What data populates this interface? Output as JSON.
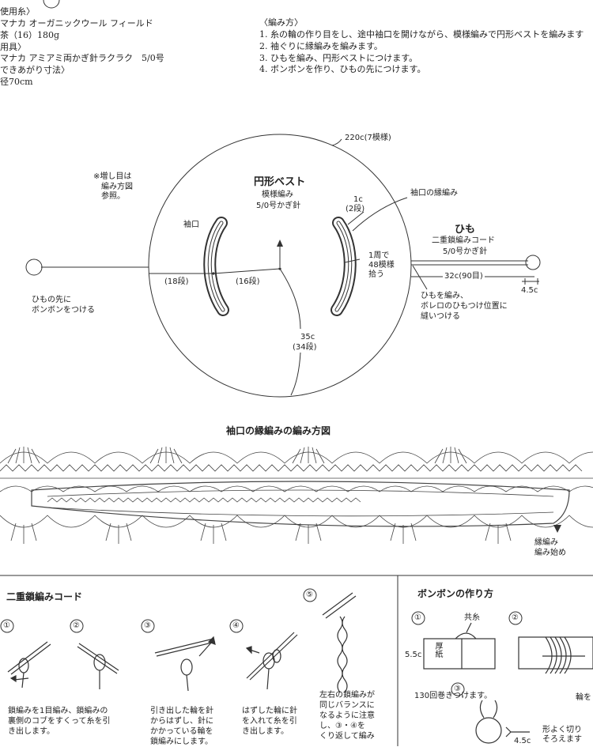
{
  "materials": {
    "items": [
      "使用糸〉",
      "マナカ オーガニックウール フィールド",
      "茶（16）180g",
      "用具〉",
      "マナカ アミアミ両かぎ針ラクラク　5/0号",
      "できあがり寸法〉",
      "径70cm"
    ]
  },
  "method": {
    "heading": "〈編み方〉",
    "steps": [
      "1. 糸の輪の作り目をし、途中袖口を開けながら、模様編みで円形ベストを編みます",
      "2. 袖ぐりに縁編みを編みます。",
      "3. ひもを編み、円形ベストにつけます。",
      "4. ボンボンを作り、ひもの先につけます。"
    ]
  },
  "diagram": {
    "circumference": "220c(7模様)",
    "increase_note": [
      "※増し目は",
      "編み方図",
      "参照。"
    ],
    "vest_title": "円形ベスト",
    "vest_pattern": "模様編み",
    "vest_hook": "5/0号かぎ針",
    "armhole": "袖口",
    "edge_label": "袖口の縁編み",
    "edge_rows": [
      "1c",
      "(2段)"
    ],
    "pickup": [
      "1周で",
      "48模様",
      "拾う"
    ],
    "rows_left": "(18段)",
    "rows_center": "(16段)",
    "radius": [
      "35c",
      "(34段)"
    ],
    "pompom_note": [
      "ひもの先に",
      "ボンボンをつける"
    ],
    "cord_title": "ひも",
    "cord_type": "二重鎖編みコード",
    "cord_hook": "5/0号かぎ針",
    "cord_length": "32c(90目)",
    "pompom_size": "4.5c",
    "cord_attach": [
      "ひもを編み、",
      "ボレロのひもつけ位置に",
      "縫いつける"
    ]
  },
  "edging_chart": {
    "title": "袖口の縁編みの編み方図",
    "start_label": [
      "縁編み",
      "編み始め"
    ]
  },
  "cord_steps": {
    "title": "二重鎖編みコード",
    "numbers": [
      "①",
      "②",
      "③",
      "④",
      "⑤"
    ],
    "captions": [
      [
        "鎖編みを1目編み、鎖編みの",
        "裏側のコブをすくって糸を引",
        "き出します。"
      ],
      [
        "引き出した輪を針",
        "からはずし、針に",
        "かかっている輪を",
        "鎖編みにします。"
      ],
      [
        "はずした輪に針",
        "を入れて糸を引",
        "き出します。"
      ],
      [
        "左右の鎖編みが",
        "同じバランスに",
        "なるように注意",
        "し、③・④を",
        "くり返して編み"
      ]
    ]
  },
  "pompom": {
    "title": "ボンボンの作り方",
    "numbers": [
      "①",
      "②",
      "③"
    ],
    "thread_label": "共糸",
    "card_label": "厚紙",
    "card_size": "5.5c",
    "wind_note": "130回巻きつけます。",
    "tie_note": "輪を",
    "size": "4.5c",
    "finish_note": [
      "形よく切り",
      "そろえます"
    ]
  }
}
